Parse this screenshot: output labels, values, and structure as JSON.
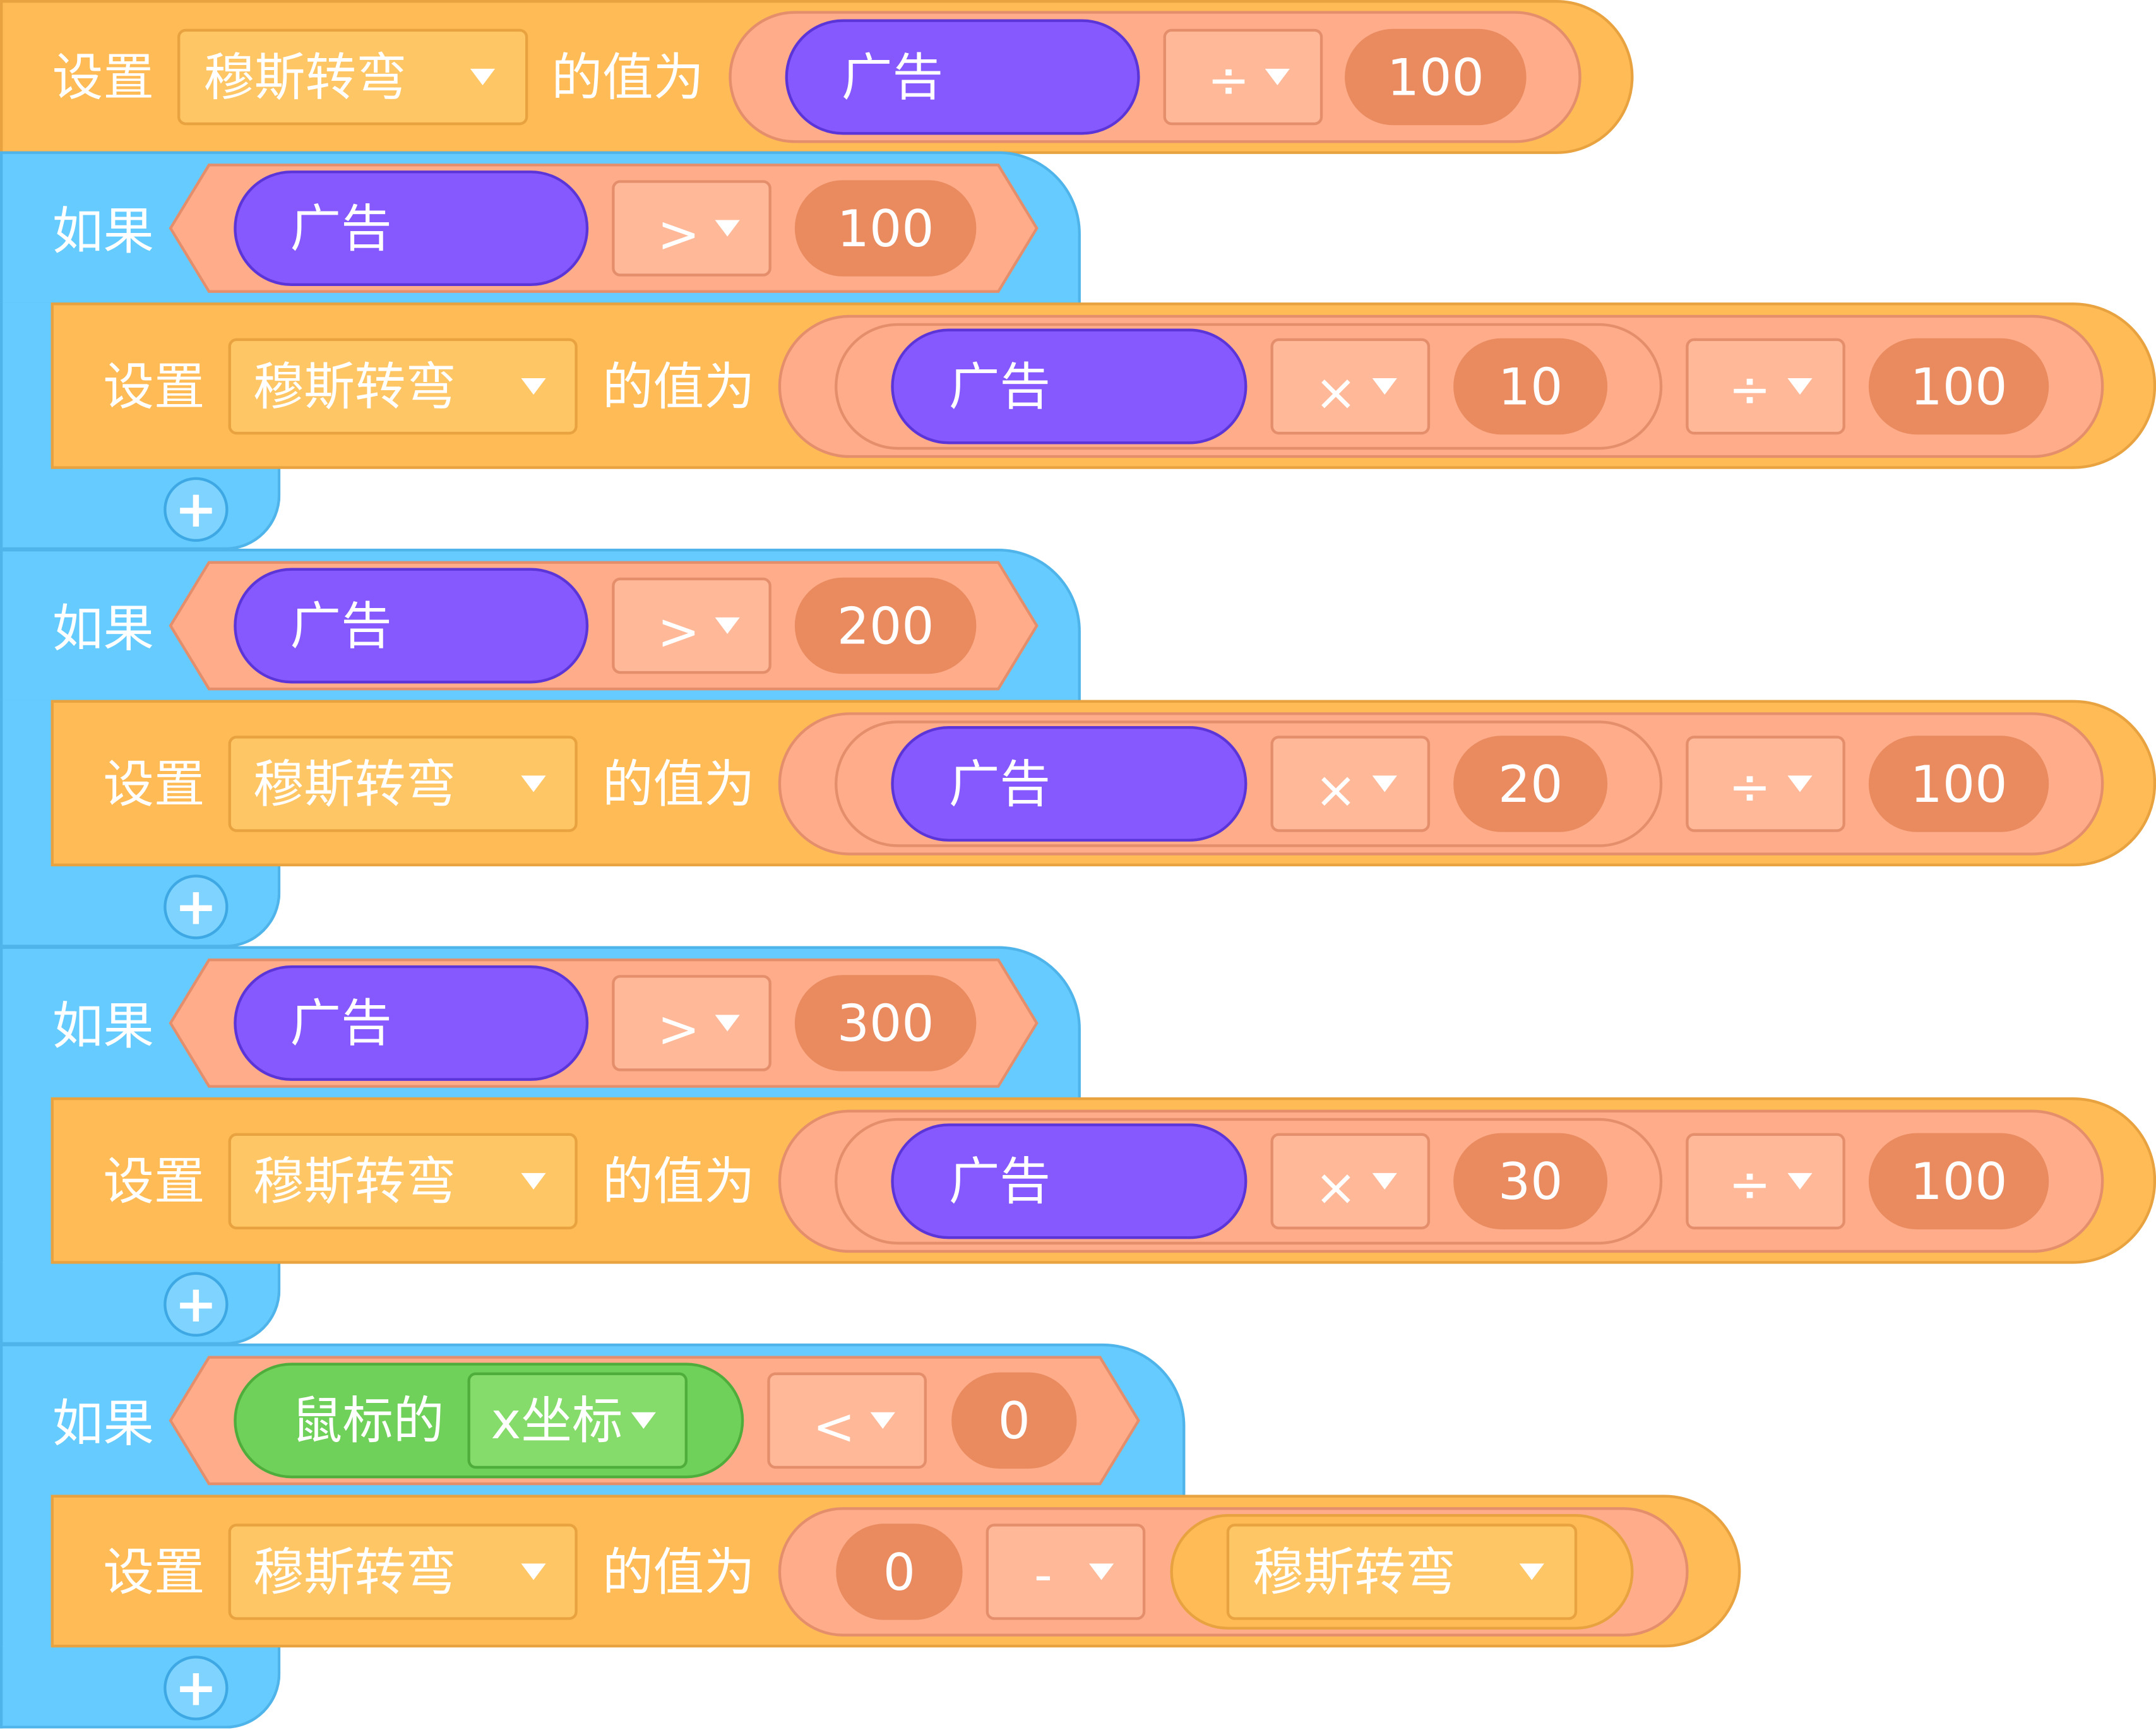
{
  "labels": {
    "set": "设置",
    "value_is": "的值为",
    "if": "如果",
    "mouse_of": "鼠标的"
  },
  "variable": "穆斯转弯",
  "reporter_ad": "广告",
  "mouse_prop": "x坐标",
  "plus": "+",
  "blocks": {
    "set0": {
      "op": "÷",
      "num": "100"
    },
    "if1": {
      "cmp": ">",
      "num": "100",
      "mul": "×",
      "mul_num": "10",
      "div": "÷",
      "div_num": "100"
    },
    "if2": {
      "cmp": ">",
      "num": "200",
      "mul": "×",
      "mul_num": "20",
      "div": "÷",
      "div_num": "100"
    },
    "if3": {
      "cmp": ">",
      "num": "300",
      "mul": "×",
      "mul_num": "30",
      "div": "÷",
      "div_num": "100"
    },
    "if4": {
      "cmp": "<",
      "num": "0",
      "lhs": "0",
      "minus": "-"
    }
  },
  "colors": {
    "set_block": "#ffbb55",
    "if_block": "#66ccff",
    "operator": "#ffac8a",
    "reporter_variable": "#8659ff",
    "sensing": "#6fd05a"
  }
}
